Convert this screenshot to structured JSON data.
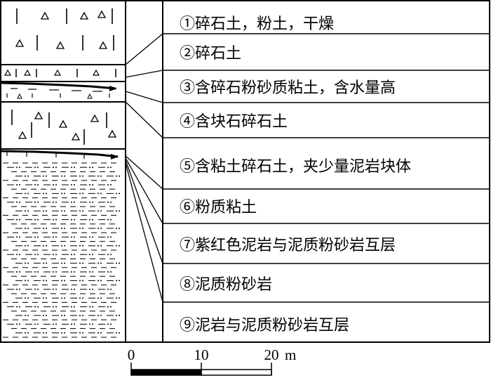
{
  "layers": [
    {
      "number": "①",
      "description": "碎石土，粉土，干燥"
    },
    {
      "number": "②",
      "description": "碎石土"
    },
    {
      "number": "③",
      "description": "含碎石粉砂质粘土，含水量高"
    },
    {
      "number": "④",
      "description": "含块石碎石土"
    },
    {
      "number": "⑤",
      "description": "含粘土碎石土，夹少量泥岩块体"
    },
    {
      "number": "⑥",
      "description": "粉质粘土"
    },
    {
      "number": "⑦",
      "description": "紫红色泥岩与泥质粉砂岩互层"
    },
    {
      "number": "⑧",
      "description": "泥质粉砂岩"
    },
    {
      "number": "⑨",
      "description": "泥岩与泥质粉砂岩互层"
    }
  ],
  "scale_bar": {
    "ticks": [
      "0",
      "10",
      "20"
    ],
    "unit": "m"
  },
  "colors": {
    "ink": "#000000",
    "paper": "#ffffff"
  }
}
